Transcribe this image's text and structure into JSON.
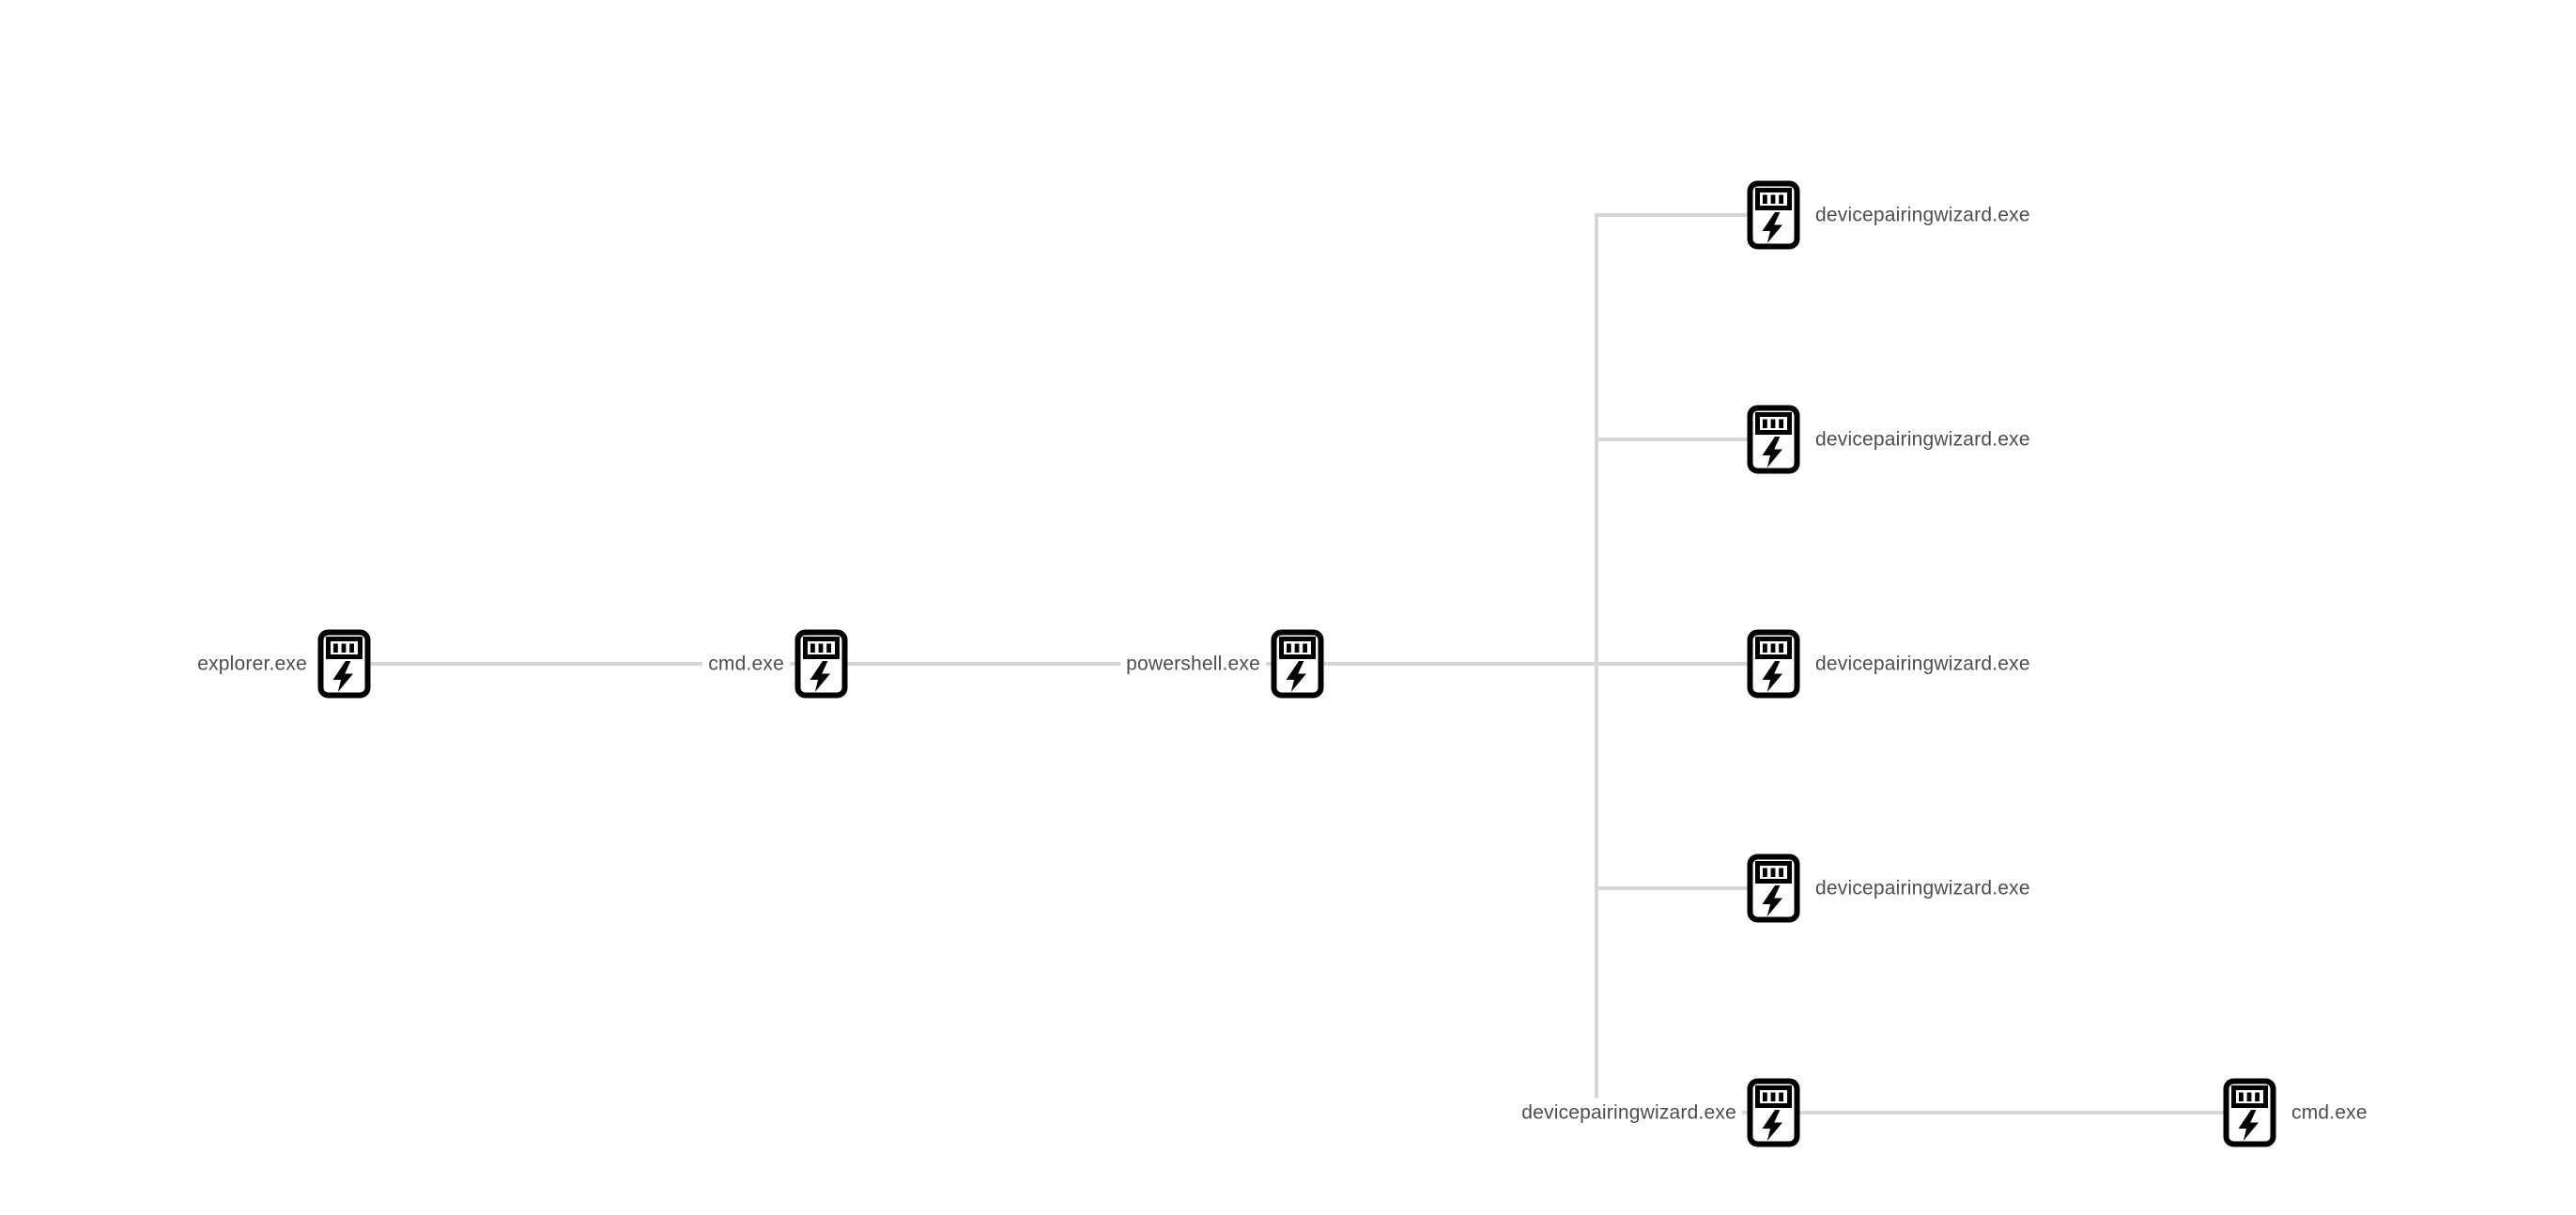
{
  "diagram": {
    "kind": "process-tree-graph",
    "background_color": "#ffffff",
    "edge_color": "#d6d6d6",
    "label_color": "#4d4d4d",
    "icon_glyph": "process-device-with-lightning-bolt"
  },
  "nodes": [
    {
      "id": "explorer",
      "label": "explorer.exe",
      "label_side": "left"
    },
    {
      "id": "cmd-1",
      "label": "cmd.exe",
      "label_side": "left"
    },
    {
      "id": "powershell",
      "label": "powershell.exe",
      "label_side": "left"
    },
    {
      "id": "devicepairingwizard-1",
      "label": "devicepairingwizard.exe",
      "label_side": "right"
    },
    {
      "id": "devicepairingwizard-2",
      "label": "devicepairingwizard.exe",
      "label_side": "right"
    },
    {
      "id": "devicepairingwizard-3",
      "label": "devicepairingwizard.exe",
      "label_side": "right"
    },
    {
      "id": "devicepairingwizard-4",
      "label": "devicepairingwizard.exe",
      "label_side": "right"
    },
    {
      "id": "devicepairingwizard-5",
      "label": "devicepairingwizard.exe",
      "label_side": "left"
    },
    {
      "id": "cmd-2",
      "label": "cmd.exe",
      "label_side": "right"
    }
  ],
  "tree": {
    "process": "explorer.exe",
    "children": [
      {
        "process": "cmd.exe",
        "children": [
          {
            "process": "powershell.exe",
            "children": [
              {
                "process": "devicepairingwizard.exe",
                "children": []
              },
              {
                "process": "devicepairingwizard.exe",
                "children": []
              },
              {
                "process": "devicepairingwizard.exe",
                "children": []
              },
              {
                "process": "devicepairingwizard.exe",
                "children": []
              },
              {
                "process": "devicepairingwizard.exe",
                "children": [
                  {
                    "process": "cmd.exe",
                    "children": []
                  }
                ]
              }
            ]
          }
        ]
      }
    ]
  }
}
